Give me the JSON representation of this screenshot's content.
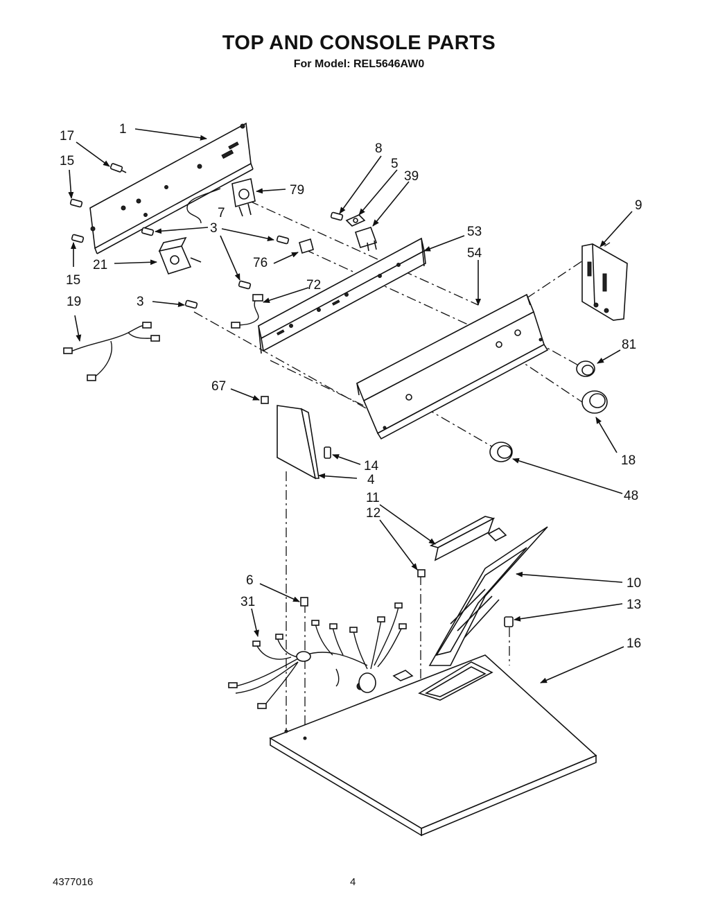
{
  "header": {
    "title": "TOP AND CONSOLE PARTS",
    "subtitle": "For Model: REL5646AW0"
  },
  "callouts": [
    "1",
    "17",
    "15",
    "15",
    "3",
    "3",
    "3",
    "21",
    "19",
    "7",
    "79",
    "8",
    "5",
    "39",
    "76",
    "72",
    "53",
    "54",
    "9",
    "81",
    "18",
    "48",
    "67",
    "14",
    "4",
    "11",
    "12",
    "10",
    "13",
    "16",
    "6",
    "31"
  ],
  "footer": {
    "doc_number": "4377016",
    "page_number": "4"
  }
}
